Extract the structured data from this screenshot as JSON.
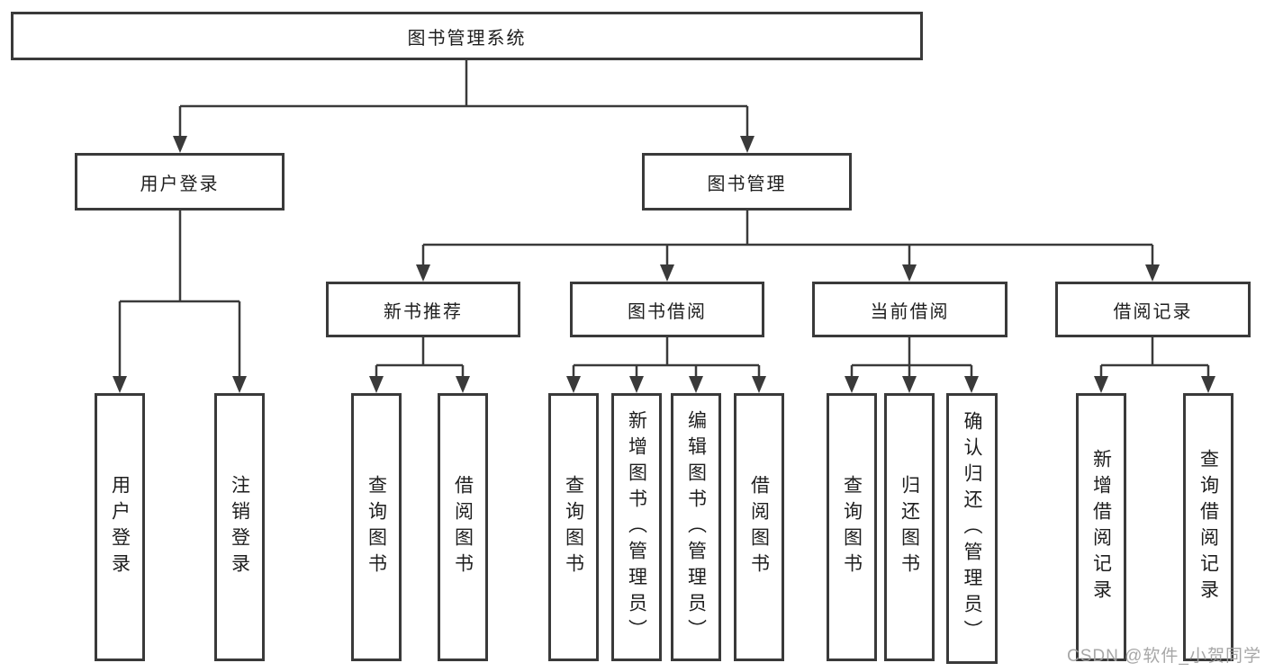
{
  "diagram": {
    "tree": {
      "label": "图书管理系统",
      "children": [
        {
          "label": "用户登录",
          "children": [
            {
              "label": "用户登录"
            },
            {
              "label": "注销登录"
            }
          ]
        },
        {
          "label": "图书管理",
          "children": [
            {
              "label": "新书推荐",
              "children": [
                {
                  "label": "查询图书"
                },
                {
                  "label": "借阅图书"
                }
              ]
            },
            {
              "label": "图书借阅",
              "children": [
                {
                  "label": "查询图书"
                },
                {
                  "label": "新增图书（管理员）"
                },
                {
                  "label": "编辑图书（管理员）"
                },
                {
                  "label": "借阅图书"
                }
              ]
            },
            {
              "label": "当前借阅",
              "children": [
                {
                  "label": "查询图书"
                },
                {
                  "label": "归还图书"
                },
                {
                  "label": "确认归还（管理员）"
                }
              ]
            },
            {
              "label": "借阅记录",
              "children": [
                {
                  "label": "新增借阅记录"
                },
                {
                  "label": "查询借阅记录"
                }
              ]
            }
          ]
        }
      ]
    },
    "watermark": "CSDN @软件_小贺同学",
    "colors": {
      "line": "#3a3a3a",
      "box_border": "#3a3a3a",
      "text": "#1e1e1e",
      "watermark": "#a0a0a0",
      "background": "#ffffff"
    }
  }
}
